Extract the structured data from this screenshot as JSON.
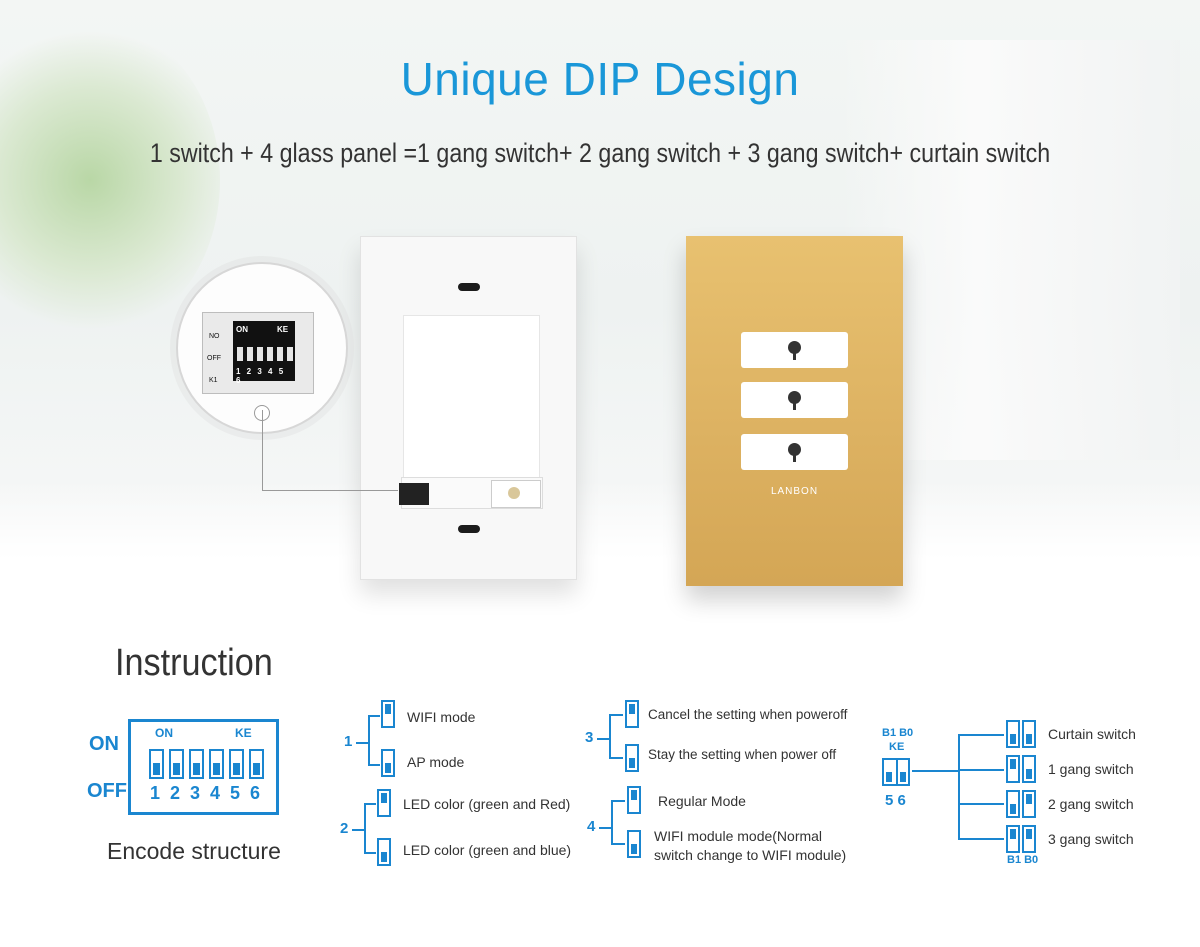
{
  "header": {
    "title": "Unique DIP Design",
    "subtitle": "1 switch + 4 glass panel =1 gang switch+ 2 gang switch + 3 gang switch+ curtain switch"
  },
  "product": {
    "zoom_dip": {
      "on": "ON",
      "ke": "KE",
      "no": "NO",
      "off": "OFF",
      "k1": "K1",
      "numbers": "1 2 3 4 5 6"
    },
    "brand": "LANBON",
    "key_count": 3,
    "colors": {
      "gold": "#ddb262",
      "accent": "#1a97d8"
    }
  },
  "instruction": {
    "title": "Instruction",
    "encode": {
      "on_label": "ON",
      "off_label": "OFF",
      "box_on": "ON",
      "box_ke": "KE",
      "numbers": [
        "1",
        "2",
        "3",
        "4",
        "5",
        "6"
      ],
      "caption": "Encode structure"
    },
    "group1": {
      "num": "1",
      "opt_up": "WIFI mode",
      "opt_down": "AP mode"
    },
    "group2": {
      "num": "2",
      "opt_up": "LED color (green and Red)",
      "opt_down": "LED color (green and blue)"
    },
    "group3": {
      "num": "3",
      "opt_up": "Cancel the setting when poweroff",
      "opt_down": "Stay the setting when power off"
    },
    "group4": {
      "num": "4",
      "opt_up": "Regular Mode",
      "opt_down_l1": "WIFI module mode(Normal",
      "opt_down_l2": "switch change to WIFI module)"
    },
    "group56": {
      "b1b0_top": "B1 B0",
      "ke": "KE",
      "nums": "5  6",
      "b1b0_bottom": "B1 B0",
      "options": [
        "Curtain switch",
        "1 gang switch",
        "2 gang switch",
        "3 gang switch"
      ]
    }
  }
}
